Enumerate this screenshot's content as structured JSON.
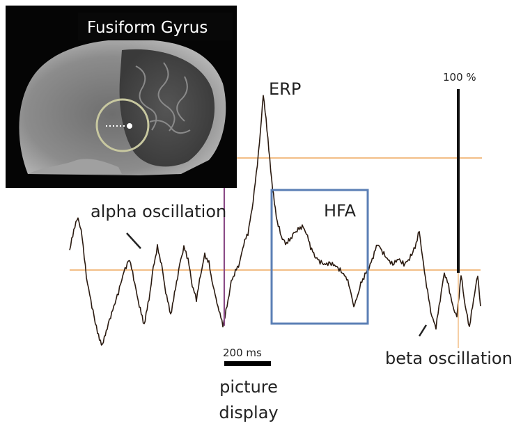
{
  "inset": {
    "title": "Fusiform Gyrus"
  },
  "labels": {
    "erp": "ERP",
    "hfa": "HFA",
    "alpha": "alpha oscillation",
    "beta": "beta oscillation",
    "percent": "100 %",
    "scale": "200 ms",
    "picture_line1": "picture",
    "picture_line2": "display"
  },
  "colors": {
    "trace": "#2a1a10",
    "baseline": "#f2be86",
    "hfa_box": "#5b7fb5",
    "onset_marker": "#8a4a86",
    "percent_bar": "#111111"
  }
}
